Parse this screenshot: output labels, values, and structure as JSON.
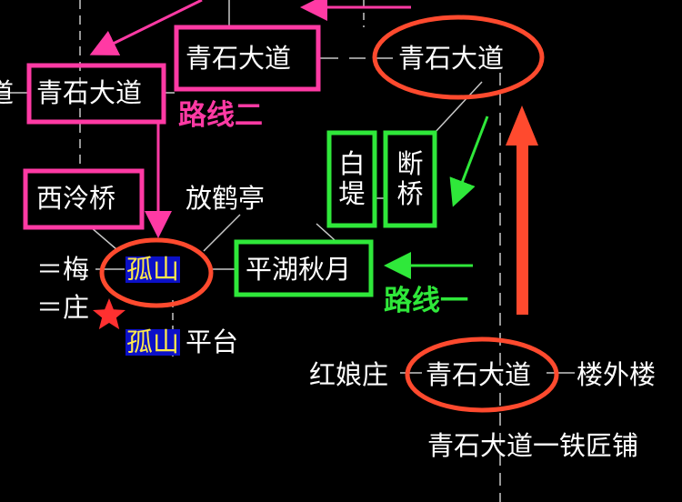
{
  "colors": {
    "background": "#000000",
    "line": "#c8c8c8",
    "pink": "#ff3aa4",
    "green": "#2fe83a",
    "red": "#ff4a2e",
    "stop_highlight_bg": "#0b10c8",
    "stop_highlight_text": "#ffe94a"
  },
  "stations": {
    "qingshi_top": "青石大道",
    "qingshi_top_right": "青石大道",
    "qingshi_left": "青石大道",
    "xilengqiao": "西泠桥",
    "fanghe_ting": "放鹤亭",
    "baidi": "白堤",
    "duanqiao": "断桥",
    "pinghu_qiuyue": "平湖秋月",
    "mei_prefix": "＝梅",
    "zhuang_prefix": "＝庄",
    "gushan": "孤山",
    "gushan_platform_highlight": "孤山",
    "gushan_platform_suffix": "平台",
    "hongniang_zhuang": "红娘庄",
    "qingshi_bottom": "青石大道",
    "louwailou": "楼外楼",
    "qingshi_tiejiang": "青石大道一铁匠铺",
    "left_edge_fragment": "道"
  },
  "routes": {
    "route_two": "路线二",
    "route_one": "路线一"
  },
  "icons": {
    "star": "star-icon"
  }
}
